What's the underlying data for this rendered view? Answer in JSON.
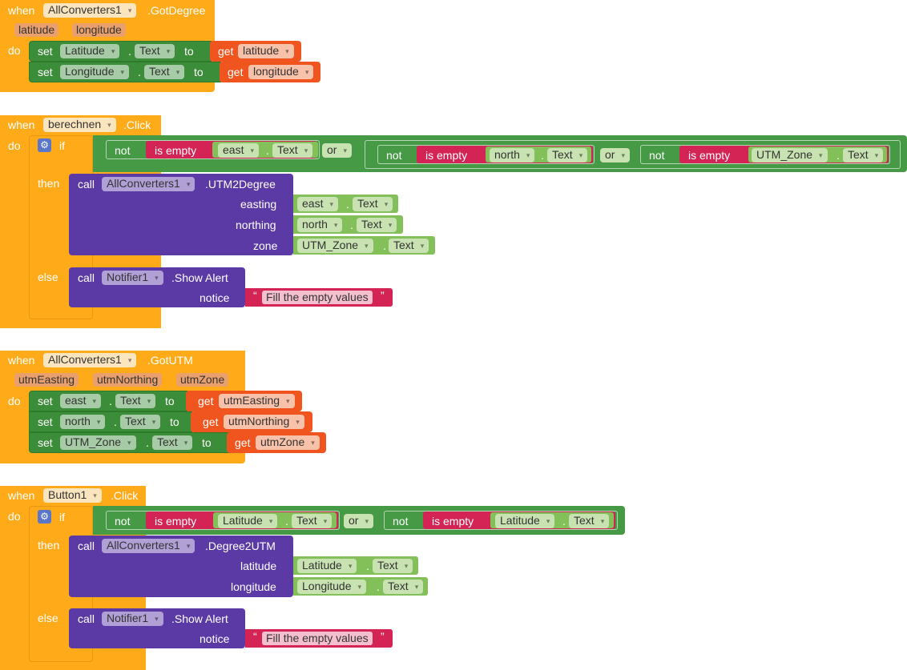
{
  "kw": {
    "when": "when",
    "do": "do",
    "set": "set",
    "to": "to",
    "get": "get",
    "call": "call",
    "if": "if",
    "then": "then",
    "else": "else",
    "not": "not",
    "is_empty": "is empty",
    "or": "or",
    "dot": ".",
    "quote": "“",
    "quote_end": "”"
  },
  "gear_icon": "⚙",
  "block1": {
    "component": "AllConverters1",
    "event": ".GotDegree",
    "params": [
      "latitude",
      "longitude"
    ],
    "rows": [
      {
        "component": "Latitude",
        "prop": "Text",
        "var": "latitude"
      },
      {
        "component": "Longitude",
        "prop": "Text",
        "var": "longitude"
      }
    ]
  },
  "block2": {
    "component": "berechnen",
    "event": ".Click",
    "cond": {
      "c1": {
        "component": "east",
        "prop": "Text"
      },
      "c2": {
        "component": "north",
        "prop": "Text"
      },
      "c3": {
        "component": "UTM_Zone",
        "prop": "Text"
      }
    },
    "then_call": {
      "component": "AllConverters1",
      "method": ".UTM2Degree",
      "args": [
        {
          "label": "easting",
          "component": "east",
          "prop": "Text"
        },
        {
          "label": "northing",
          "component": "north",
          "prop": "Text"
        },
        {
          "label": "zone",
          "component": "UTM_Zone",
          "prop": "Text"
        }
      ]
    },
    "else_call": {
      "component": "Notifier1",
      "method": ".Show Alert",
      "arg_label": "notice",
      "text": "Fill the empty values"
    }
  },
  "block3": {
    "component": "AllConverters1",
    "event": ".GotUTM",
    "params": [
      "utmEasting",
      "utmNorthing",
      "utmZone"
    ],
    "rows": [
      {
        "component": "east",
        "prop": "Text",
        "var": "utmEasting"
      },
      {
        "component": "north",
        "prop": "Text",
        "var": "utmNorthing"
      },
      {
        "component": "UTM_Zone",
        "prop": "Text",
        "var": "utmZone"
      }
    ]
  },
  "block4": {
    "component": "Button1",
    "event": ".Click",
    "cond": {
      "c1": {
        "component": "Latitude",
        "prop": "Text"
      },
      "c2": {
        "component": "Latitude",
        "prop": "Text"
      }
    },
    "then_call": {
      "component": "AllConverters1",
      "method": ".Degree2UTM",
      "args": [
        {
          "label": "latitude",
          "component": "Latitude",
          "prop": "Text"
        },
        {
          "label": "longitude",
          "component": "Longitude",
          "prop": "Text"
        }
      ]
    },
    "else_call": {
      "component": "Notifier1",
      "method": ".Show Alert",
      "arg_label": "notice",
      "text": "Fill the empty values"
    }
  }
}
